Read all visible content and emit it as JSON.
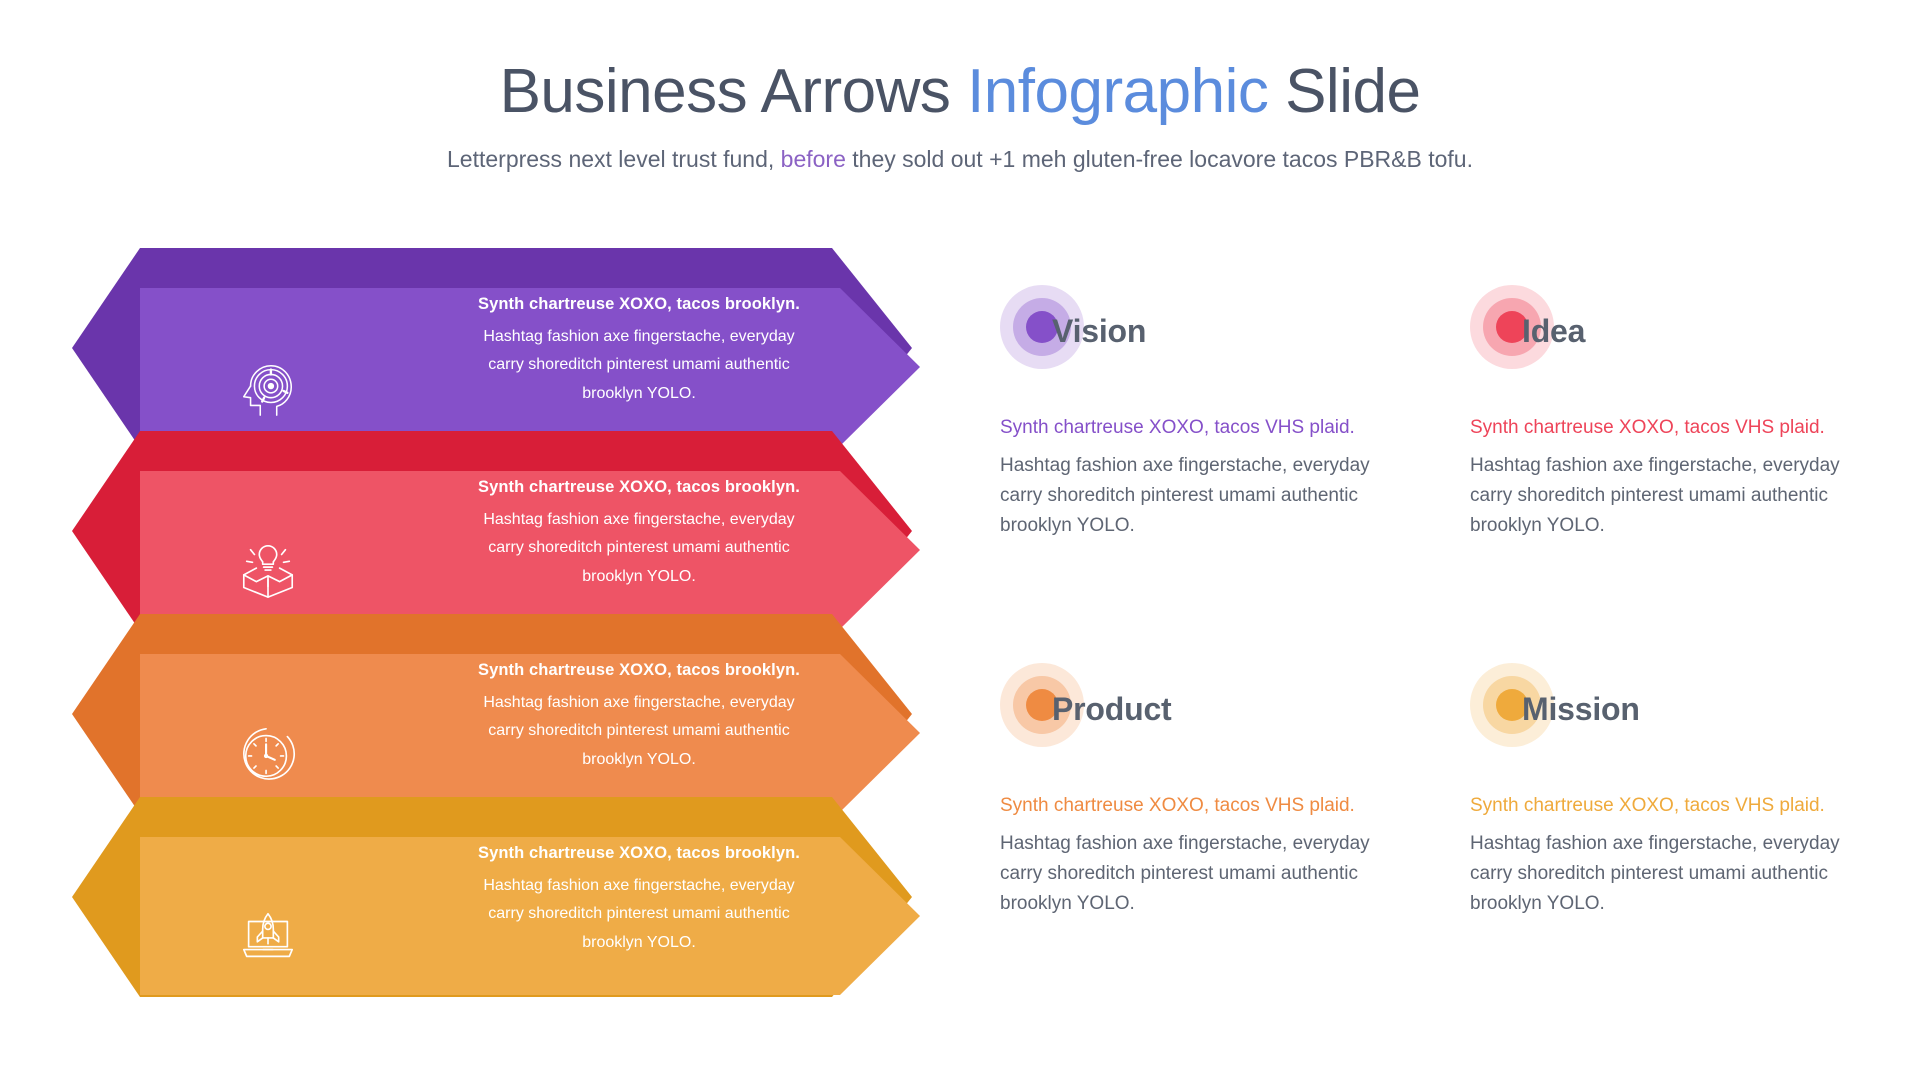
{
  "header": {
    "title_part1": "Business Arrows ",
    "title_accent": "Infographic",
    "title_part2": " Slide",
    "subtitle_part1": "Letterpress next level trust fund, ",
    "subtitle_accent": "before",
    "subtitle_part2": " they sold out +1 meh gluten-free locavore tacos PBR&B tofu."
  },
  "arrows": [
    {
      "icon": "head-maze-icon",
      "color_light": "#8550c9",
      "color_dark": "#6a35ab",
      "heading": "Synth chartreuse XOXO, tacos brooklyn.",
      "line1": "Hashtag fashion axe fingerstache, everyday",
      "line2": "carry shoreditch pinterest umami authentic",
      "line3": "brooklyn YOLO."
    },
    {
      "icon": "lightbulb-box-icon",
      "color_light": "#ee5466",
      "color_dark": "#d81e38",
      "heading": "Synth chartreuse XOXO, tacos brooklyn.",
      "line1": "Hashtag fashion axe fingerstache, everyday",
      "line2": "carry shoreditch pinterest umami authentic",
      "line3": "brooklyn YOLO."
    },
    {
      "icon": "clock-icon",
      "color_light": "#ef8b4e",
      "color_dark": "#e1732b",
      "heading": "Synth chartreuse XOXO, tacos brooklyn.",
      "line1": "Hashtag fashion axe fingerstache, everyday",
      "line2": "carry shoreditch pinterest umami authentic",
      "line3": "brooklyn YOLO."
    },
    {
      "icon": "rocket-laptop-icon",
      "color_light": "#efac47",
      "color_dark": "#e09a1e",
      "heading": "Synth chartreuse XOXO, tacos brooklyn.",
      "line1": "Hashtag fashion axe fingerstache, everyday",
      "line2": "carry shoreditch pinterest umami authentic",
      "line3": "brooklyn YOLO."
    }
  ],
  "features": [
    {
      "title": "Vision",
      "color": "#8550c9",
      "lead": "Synth chartreuse XOXO, tacos VHS plaid.",
      "line1": "Hashtag fashion axe fingerstache, everyday",
      "line2": "carry shoreditch pinterest umami authentic",
      "line3": "brooklyn YOLO."
    },
    {
      "title": "Idea",
      "color": "#ee4459",
      "lead": "Synth chartreuse XOXO, tacos VHS plaid.",
      "line1": "Hashtag fashion axe fingerstache, everyday",
      "line2": "carry shoreditch pinterest umami authentic",
      "line3": "brooklyn YOLO."
    },
    {
      "title": "Product",
      "color": "#ef8b42",
      "lead": "Synth chartreuse XOXO, tacos VHS plaid.",
      "line1": "Hashtag fashion axe fingerstache, everyday",
      "line2": "carry shoreditch pinterest umami authentic",
      "line3": "brooklyn YOLO."
    },
    {
      "title": "Mission",
      "color": "#efaa3c",
      "lead": "Synth chartreuse XOXO, tacos VHS plaid.",
      "line1": "Hashtag fashion axe fingerstache, everyday",
      "line2": "carry shoreditch pinterest umami authentic",
      "line3": "brooklyn YOLO."
    }
  ]
}
